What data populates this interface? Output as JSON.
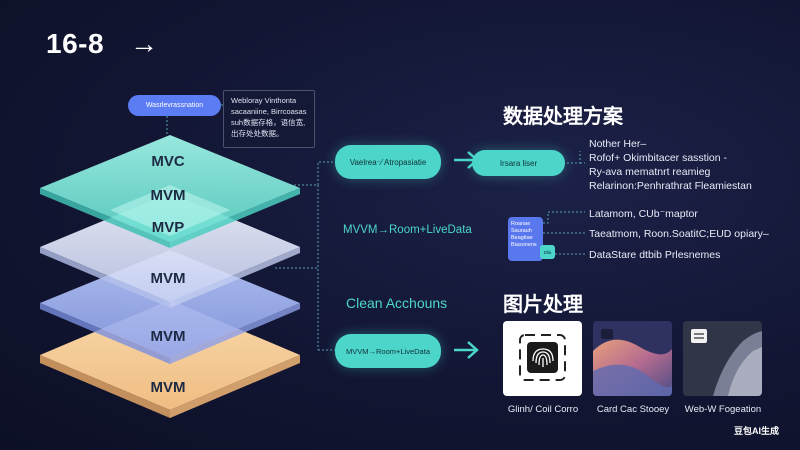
{
  "header": {
    "title": "16-8",
    "arrow": "→"
  },
  "top_pill": "Wasrlevrassnation",
  "note_lines": [
    "Webloray Vinthonta",
    "sacaaniine, Birrcoasas",
    "suh数据存格，语信宽,",
    "出存处处数据。"
  ],
  "layers": [
    "MVC",
    "MVM",
    "MVP",
    "MVM",
    "MVM",
    "MVM"
  ],
  "pills": {
    "middle": "Vaelrea⁻⁄ Atropasiatie",
    "right": "Irsara liser",
    "bottom": "MVVM→Room+LiveData"
  },
  "labels": {
    "room": "MVVM→Room+LiveData",
    "clean": "Clean Acchouns"
  },
  "data_section": {
    "heading": "数据处理方案",
    "lines": [
      "Nother Her–",
      "Rofof+ Okimbitacer sasstion -",
      "Ry-ava  mematnrt reamieg",
      "Relarinon:Penhrathrat Fleamiestan",
      "Latamom, CUb⁻maptor",
      "Taeatmom, Roon.SoatitC;EUD opiary–",
      "DataStare dtbib Prlesnemes"
    ]
  },
  "blue_card_lines": [
    "Roanae",
    "Saurauh",
    "Beagitae",
    "Biasonens"
  ],
  "teal_chip": "Dlla",
  "image_section": {
    "heading": "图片处理",
    "captions": [
      "Glinh/ Coil Corro",
      "Card Cac Stooey",
      "Web-W Fogeation"
    ]
  },
  "watermark": "豆包AI生成"
}
